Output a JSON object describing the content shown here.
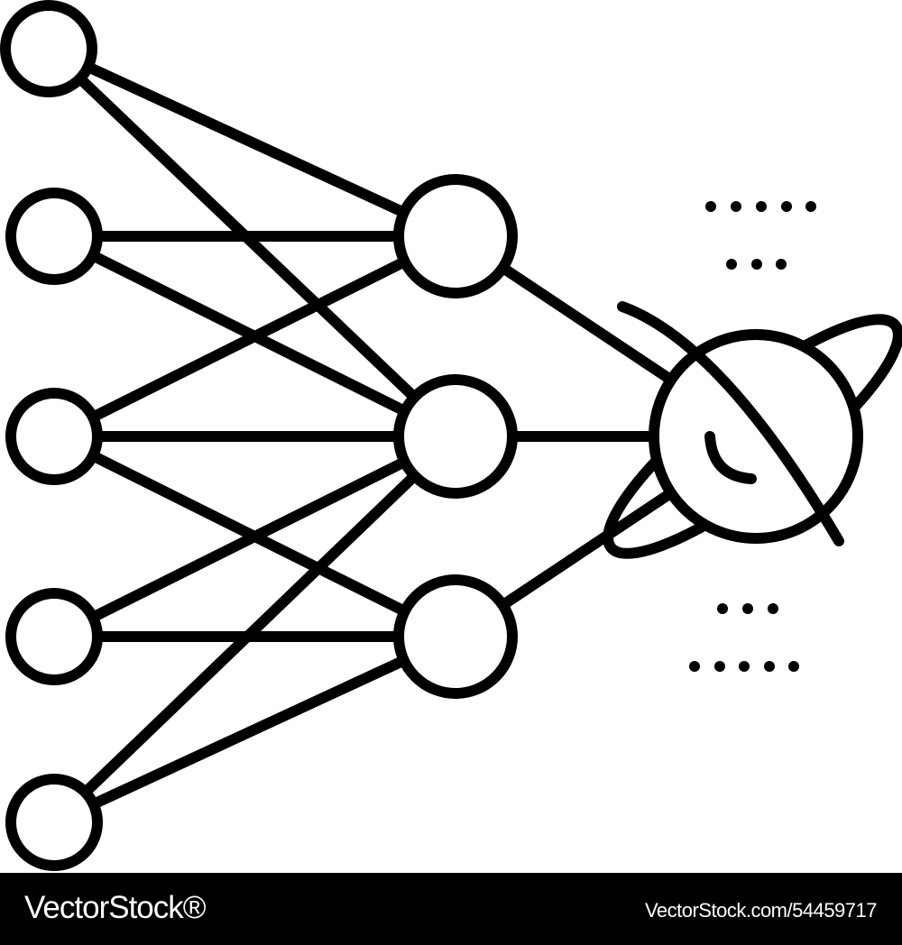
{
  "colors": {
    "stroke": "#000000",
    "background": "#ffffff",
    "footer_background": "#000000",
    "footer_text": "#ffffff"
  },
  "diagram": {
    "description_icon": "neural-network-with-planet-icon",
    "input_layer_nodes": 5,
    "hidden_layer_nodes": 3,
    "output_symbol": "planet-icon"
  },
  "footer": {
    "brand": "VectorStock®",
    "image_id": "VectorStock.com/54459717"
  }
}
